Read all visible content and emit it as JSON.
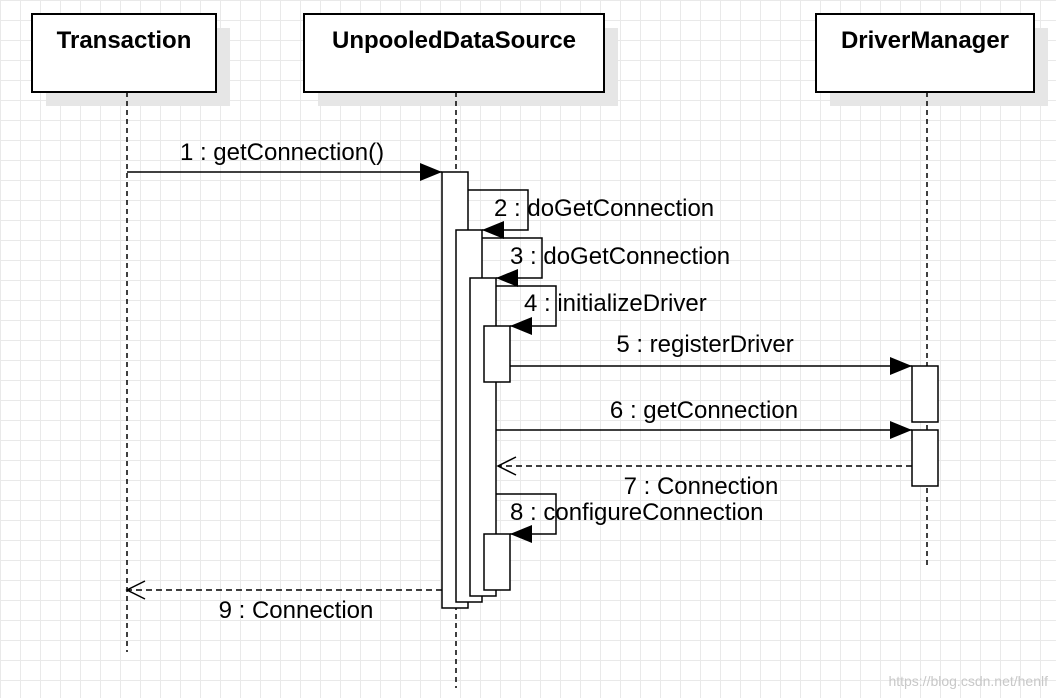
{
  "lifelines": [
    {
      "id": "transaction",
      "label": "Transaction"
    },
    {
      "id": "unpooled",
      "label": "UnpooledDataSource"
    },
    {
      "id": "driver",
      "label": "DriverManager"
    }
  ],
  "messages": [
    {
      "id": "m1",
      "label": "1 : getConnection()",
      "kind": "sync"
    },
    {
      "id": "m2",
      "label": "2 : doGetConnection",
      "kind": "self"
    },
    {
      "id": "m3",
      "label": "3 : doGetConnection",
      "kind": "self"
    },
    {
      "id": "m4",
      "label": "4 : initializeDriver",
      "kind": "self"
    },
    {
      "id": "m5",
      "label": "5 : registerDriver",
      "kind": "sync"
    },
    {
      "id": "m6",
      "label": "6 : getConnection",
      "kind": "sync"
    },
    {
      "id": "m7",
      "label": "7 : Connection",
      "kind": "return"
    },
    {
      "id": "m8",
      "label": "8 : configureConnection",
      "kind": "self"
    },
    {
      "id": "m9",
      "label": "9 : Connection",
      "kind": "return"
    }
  ],
  "watermark": "https://blog.csdn.net/henlf",
  "colors": {
    "stroke": "#000000",
    "shadow": "#e6e6e6",
    "fill": "#ffffff"
  }
}
